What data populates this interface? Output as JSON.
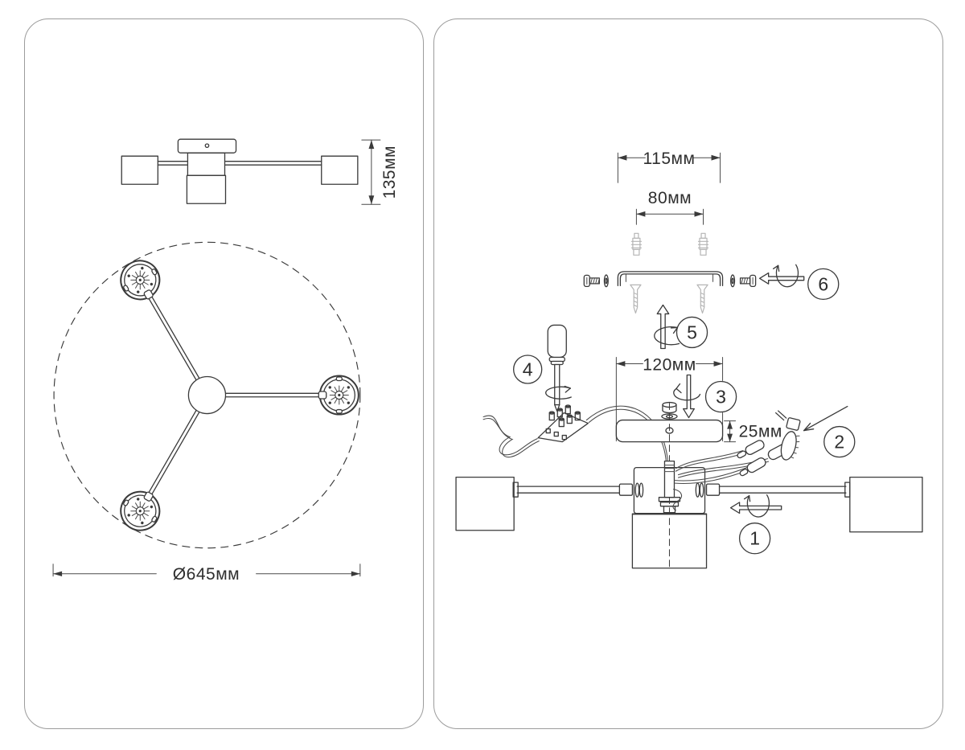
{
  "colors": {
    "background": "#ffffff",
    "panel_border": "#9c9c9c",
    "line": "#3a3a3a",
    "ghost_line": "#b5b5b5",
    "text": "#2e2e2e"
  },
  "left_panel": {
    "side_view": {
      "height_label": "135мм"
    },
    "top_view": {
      "diameter_label": "Ø645мм"
    }
  },
  "right_panel": {
    "dimensions": {
      "bracket_width_label": "115мм",
      "anchor_spacing_label": "80мм",
      "canopy_width_label": "120мм",
      "canopy_height_label": "25мм"
    },
    "steps": [
      {
        "number": "1"
      },
      {
        "number": "2"
      },
      {
        "number": "3"
      },
      {
        "number": "4"
      },
      {
        "number": "5"
      },
      {
        "number": "6"
      }
    ]
  }
}
